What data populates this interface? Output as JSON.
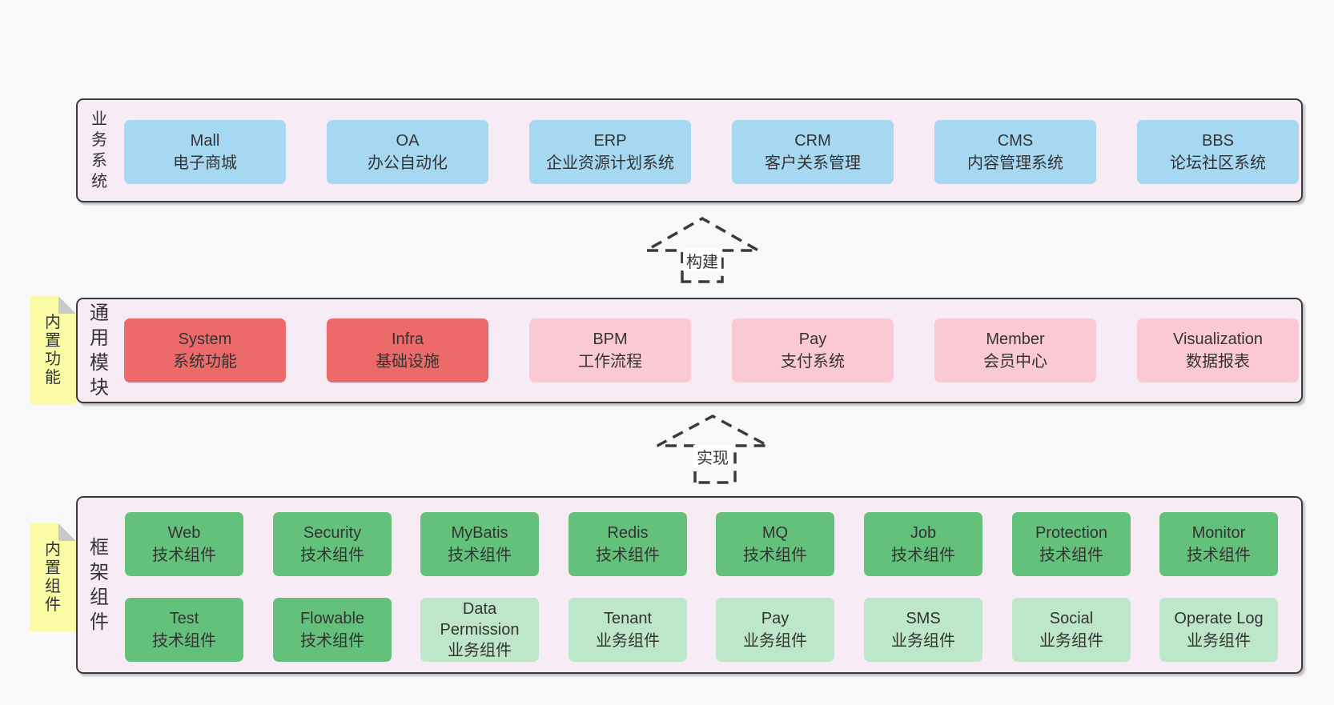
{
  "diagram": {
    "background": "#f8f8f8",
    "arrows": [
      {
        "label": "构建"
      },
      {
        "label": "实现"
      }
    ],
    "bands": [
      {
        "title": "业务系统",
        "boxes": [
          {
            "name": "Mall",
            "label": "电子商城"
          },
          {
            "name": "OA",
            "label": "办公自动化"
          },
          {
            "name": "ERP",
            "label": "企业资源计划系统"
          },
          {
            "name": "CRM",
            "label": "客户关系管理"
          },
          {
            "name": "CMS",
            "label": "内容管理系统"
          },
          {
            "name": "BBS",
            "label": "论坛社区系统"
          }
        ]
      },
      {
        "title": "通用模块",
        "sticky": "内置功能",
        "boxes": [
          {
            "name": "System",
            "label": "系统功能"
          },
          {
            "name": "Infra",
            "label": "基础设施"
          },
          {
            "name": "BPM",
            "label": "工作流程"
          },
          {
            "name": "Pay",
            "label": "支付系统"
          },
          {
            "name": "Member",
            "label": "会员中心"
          },
          {
            "name": "Visualization",
            "label": "数据报表"
          }
        ]
      },
      {
        "title": "框架组件",
        "sticky": "内置组件",
        "rows": [
          [
            {
              "name": "Web",
              "label": "技术组件"
            },
            {
              "name": "Security",
              "label": "技术组件"
            },
            {
              "name": "MyBatis",
              "label": "技术组件"
            },
            {
              "name": "Redis",
              "label": "技术组件"
            },
            {
              "name": "MQ",
              "label": "技术组件"
            },
            {
              "name": "Job",
              "label": "技术组件"
            },
            {
              "name": "Protection",
              "label": "技术组件"
            },
            {
              "name": "Monitor",
              "label": "技术组件"
            }
          ],
          [
            {
              "name": "Test",
              "label": "技术组件"
            },
            {
              "name": "Flowable",
              "label": "技术组件"
            },
            {
              "name": "Data Permission",
              "label": "业务组件"
            },
            {
              "name": "Tenant",
              "label": "业务组件"
            },
            {
              "name": "Pay",
              "label": "业务组件"
            },
            {
              "name": "SMS",
              "label": "业务组件"
            },
            {
              "name": "Social",
              "label": "业务组件"
            },
            {
              "name": "Operate Log",
              "label": "业务组件"
            }
          ]
        ]
      }
    ],
    "colors": {
      "business_system": "#a7d8f1",
      "core_module": "#ed6a6a",
      "optional_module": "#fac9d3",
      "tech_component": "#64c17c",
      "biz_component": "#bde7c8",
      "sticky_note": "#fbfba6",
      "band_fill": "#f7ecf5",
      "outline": "#3c3c3c"
    }
  }
}
